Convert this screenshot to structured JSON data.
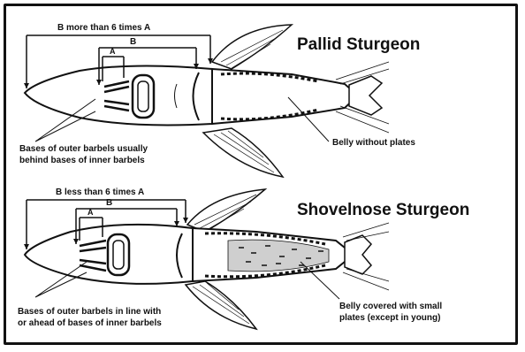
{
  "pallid": {
    "title": "Pallid Sturgeon",
    "measure_label": "B more than 6 times A",
    "b_label": "B",
    "a_label": "A",
    "barbel_note_line1": "Bases of outer barbels usually",
    "barbel_note_line2": "behind bases of inner barbels",
    "belly_note": "Belly without plates"
  },
  "shovelnose": {
    "title": "Shovelnose Sturgeon",
    "measure_label": "B less than 6 times A",
    "b_label": "B",
    "a_label": "A",
    "barbel_note_line1": "Bases of outer barbels in line with",
    "barbel_note_line2": "or ahead of bases of inner barbels",
    "belly_note_line1": "Belly covered with small",
    "belly_note_line2": "plates (except in young)"
  }
}
